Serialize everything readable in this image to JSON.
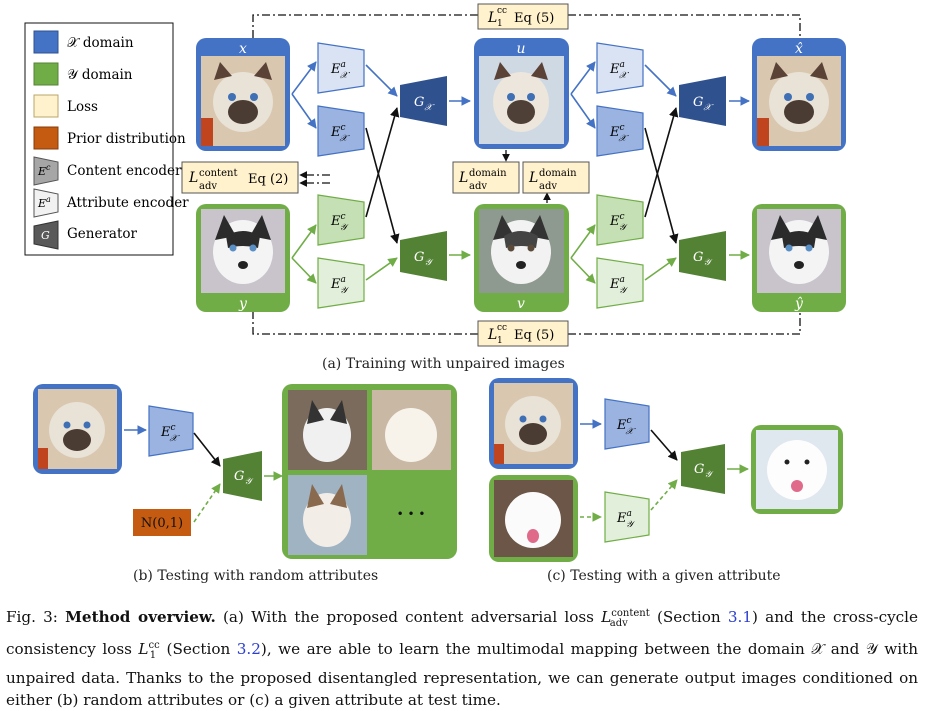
{
  "legend": {
    "x_domain": "𝒳 domain",
    "y_domain": "𝒴 domain",
    "loss": "Loss",
    "prior": "Prior distribution",
    "content_enc": "Content encoder",
    "attr_enc": "Attribute encoder",
    "generator": "Generator",
    "ec_glyph": "E",
    "ec_sup": "c",
    "ea_glyph": "E",
    "ea_sup": "a",
    "g_glyph": "G"
  },
  "labels": {
    "x": "x",
    "y": "y",
    "u": "u",
    "v": "v",
    "x_hat": "x̂",
    "y_hat": "ŷ",
    "E": "E",
    "sup_c": "c",
    "sup_a": "a",
    "sub_x": "𝒳",
    "sub_y": "𝒴",
    "G": "G",
    "noise": "N(0,1)",
    "ellipsis": "• • •"
  },
  "losses": {
    "L": "L",
    "cc_sup": "cc",
    "cc_sub": "1",
    "cc_eq": "Eq (5)",
    "content_sup": "content",
    "adv_sub": "adv",
    "content_eq": "Eq (2)",
    "domain_sup": "domain"
  },
  "captions": {
    "a": "(a) Training with unpaired images",
    "b": "(b) Testing with random attributes",
    "c": "(c) Testing with a given attribute"
  },
  "paragraph": {
    "fig": "Fig. 3:",
    "title": "Method overview.",
    "t1": " (a) With the proposed content adversarial loss ",
    "t2": " (Section ",
    "ref1": "3.1",
    "t3": ") and the cross-cycle consistency loss ",
    "t4": " (Section ",
    "ref2": "3.2",
    "t5": "), we are able to learn the multimodal mapping between the domain 𝒳 and 𝒴 with unpaired data. Thanks to the proposed disentangled representation, we can generate output images conditioned on either (b) random attributes or (c) a given attribute at test time."
  },
  "colors": {
    "x_domain": "#4472c4",
    "y_domain": "#70ad47",
    "loss": "#fff2cc",
    "prior": "#c55a11",
    "enc_x_fill": "#9bb3e0",
    "enc_y_fill": "#c5e0b4",
    "gen_x": "#2f528f",
    "gen_y": "#548235"
  }
}
